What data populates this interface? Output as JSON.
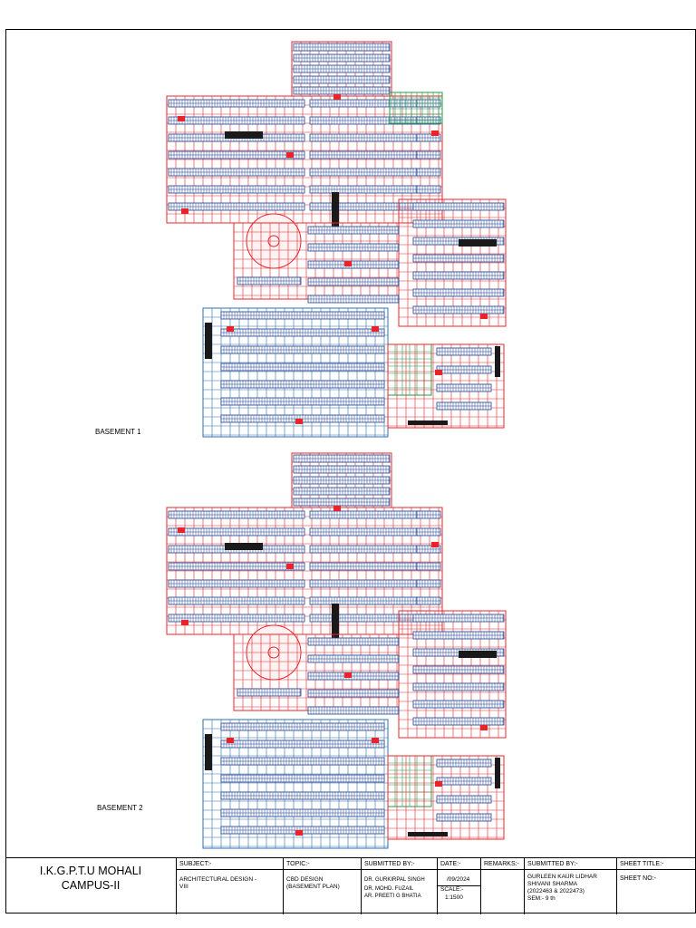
{
  "plans": [
    {
      "label": "BASEMENT 1"
    },
    {
      "label": "BASEMENT 2"
    }
  ],
  "title_block": {
    "university_line1": "I.K.G.P.T.U    MOHALI",
    "university_line2": "CAMPUS-II",
    "subject_label": "SUBJECT:-",
    "subject_value_line1": "ARCHITECTURAL DESIGN -",
    "subject_value_line2": "VIII",
    "topic_label": "TOPIC:-",
    "topic_value_line1": "CBD DESIGN",
    "topic_value_line2": "(BASEMENT PLAN)",
    "submitted_to_label": "SUBMITTED BY:-",
    "submitted_to_names": [
      "DR. GURKIRPAL SINGH",
      "DR. MOHD. FUZAIL",
      "AR. PREETI G BHATIA"
    ],
    "date_label": "DATE:-",
    "date_value": "/09/2024",
    "scale_label": "SCALE:-",
    "scale_value": "1:1500",
    "remarks_label": "REMARKS:-",
    "submitted_by_label": "SUBMITTED BY:-",
    "submitted_by_lines": [
      "GURLEEN KAUR LIDHAR",
      "SHIVANI SHARMA",
      "(2022463 & 2022473)",
      "SEM:- 9 th"
    ],
    "sheet_title_label": "SHEET TITLE:-",
    "sheet_no_label": "SHEET NO:-"
  },
  "colors": {
    "grid_red": "#e8242b",
    "parking_blue": "#1f3f8f",
    "zone_blue": "#2f6fb0",
    "green": "#1aa04a",
    "text": "#000000"
  }
}
